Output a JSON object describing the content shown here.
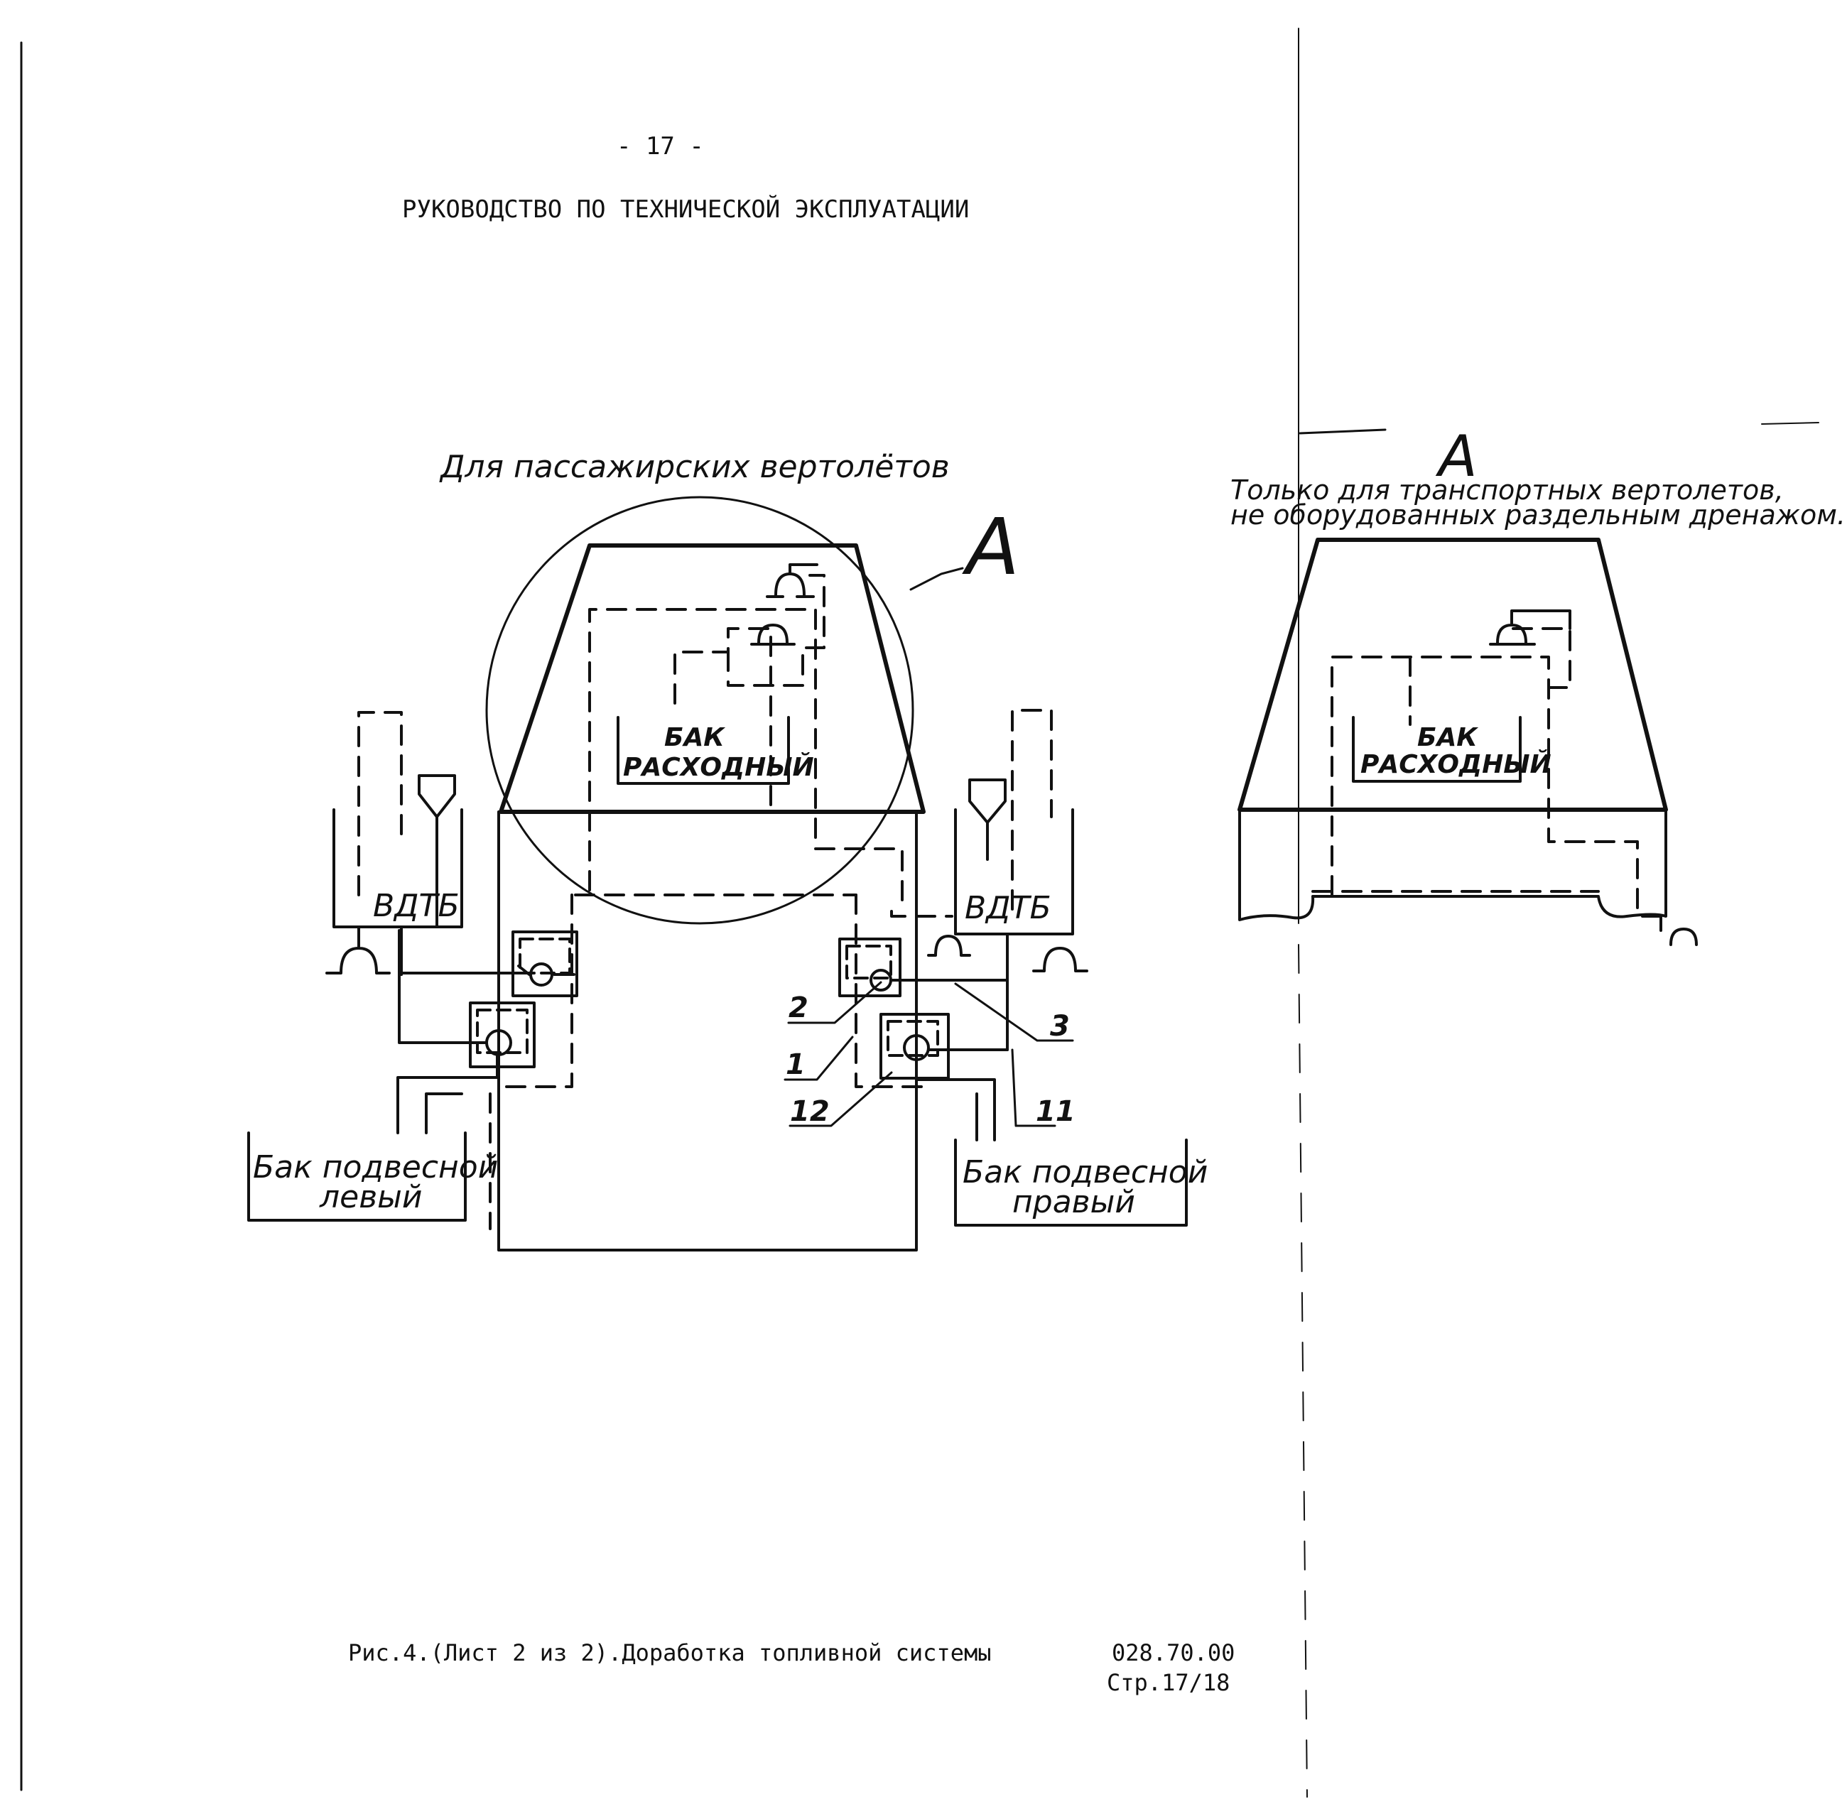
{
  "header": {
    "page_number": "- 17 -",
    "title": "РУКОВОДСТВО ПО ТЕХНИЧЕСКОЙ ЭКСПЛУАТАЦИИ"
  },
  "diagram_main": {
    "heading": "Для пассажирских вертолётов",
    "callout_letter": "А",
    "tank_consumable_line1": "БАК",
    "tank_consumable_line2": "РАСХОДНЫЙ",
    "vdtb_left": "ВДТБ",
    "vdtb_right": "ВДТБ",
    "tank_left_line1": "Бак подвесной",
    "tank_left_line2": "левый",
    "tank_right_line1": "Бак подвесной",
    "tank_right_line2": "правый",
    "callouts": [
      "2",
      "1",
      "12",
      "3",
      "11"
    ]
  },
  "diagram_detail": {
    "letter": "А",
    "note_line1": "Только для транспортных вертолетов,",
    "note_line2": "не оборудованных раздельным дренажом.",
    "tank_consumable_line1": "БАК",
    "tank_consumable_line2": "РАСХОДНЫЙ"
  },
  "footer": {
    "caption": "Рис.4.(Лист 2 из 2).Доработка топливной системы",
    "doc_code": "028.70.00",
    "page_ref": "Стр.17/18"
  },
  "colors": {
    "ink": "#111111",
    "paper": "#ffffff"
  }
}
